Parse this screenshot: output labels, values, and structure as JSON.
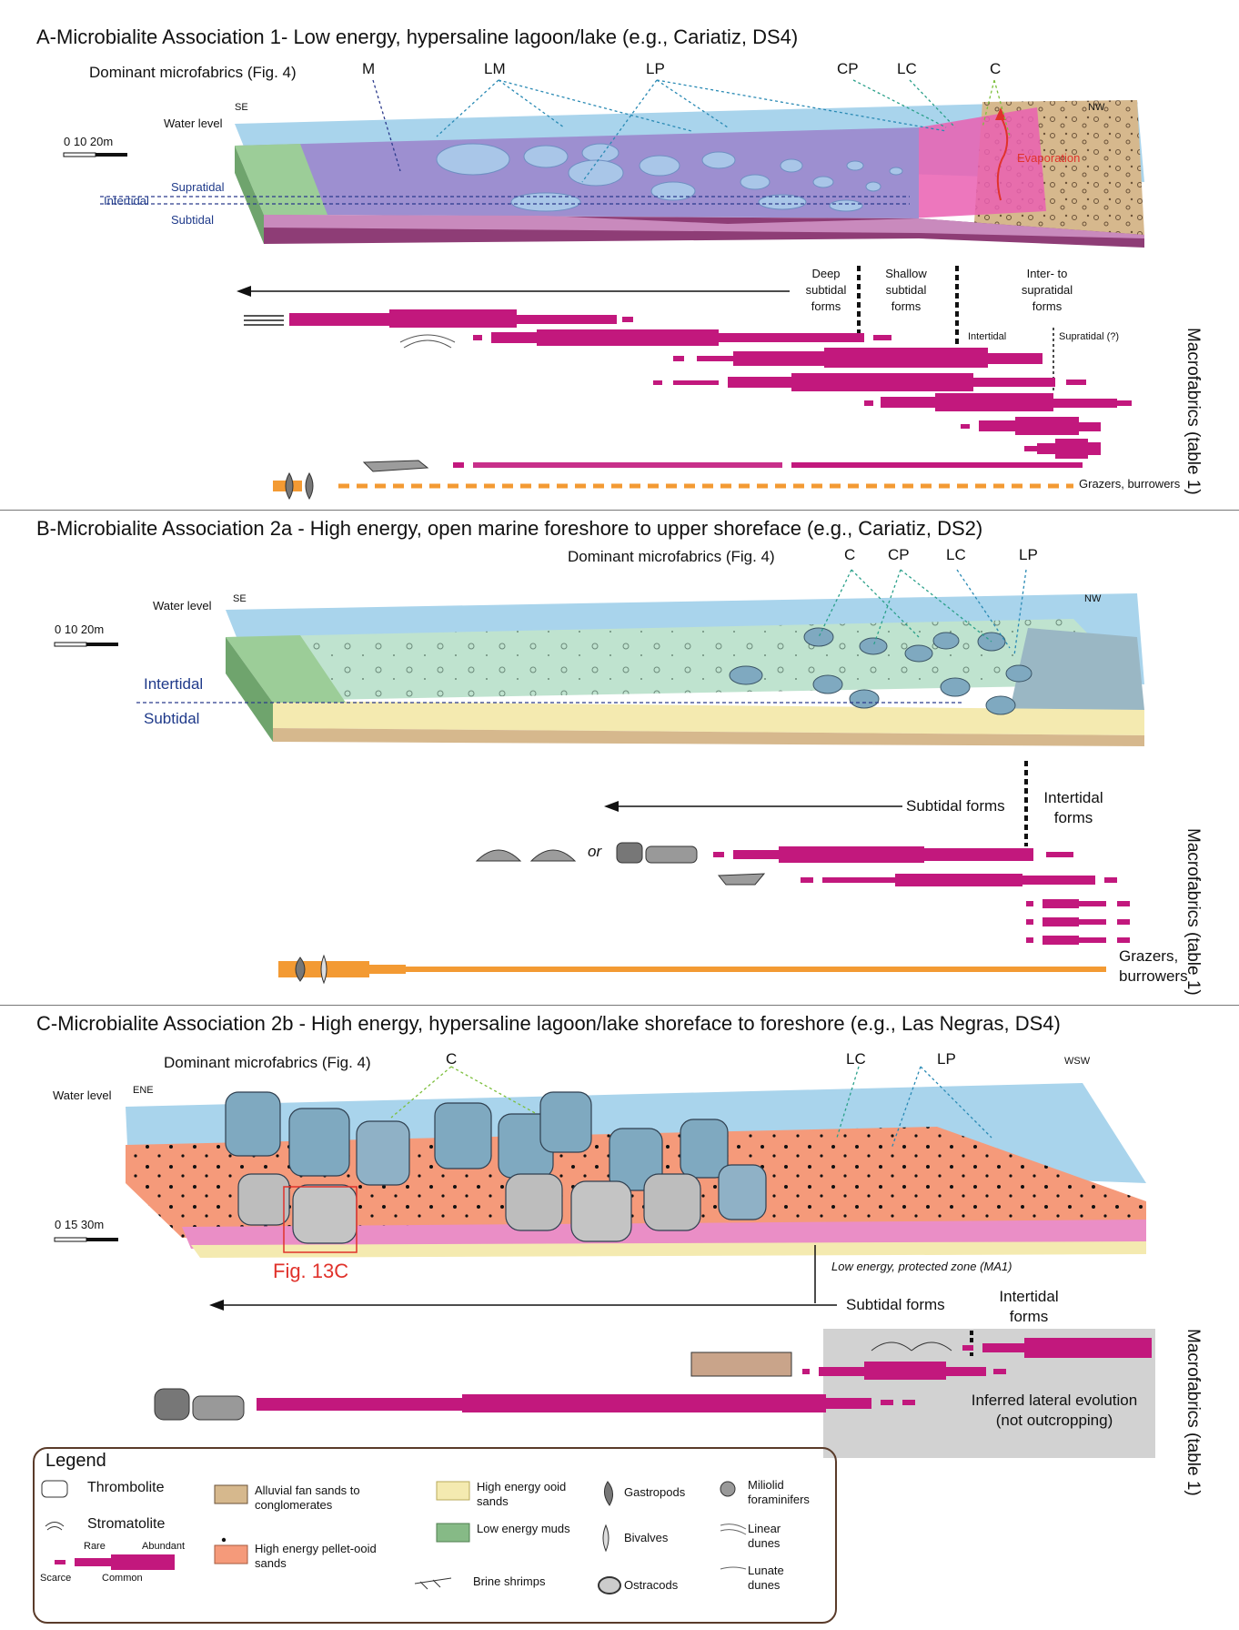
{
  "colors": {
    "water": "#a9d4ec",
    "lagoon_purple": "#9d8fd0",
    "magenta_bar": "#c2187d",
    "orange_bar": "#f39a33",
    "alluvial": "#d6b88d",
    "mud_green": "#86ba86",
    "ooid_yellow": "#f4eab0",
    "pellet_orange": "#f59a7a",
    "gray_zone": "#d2d2d2",
    "thrombolite_gray": "#9c9c9c",
    "legend_border": "#5a3b2a"
  },
  "panel_a": {
    "title": "A-Microbialite Association 1- Low energy, hypersaline lagoon/lake (e.g., Cariatiz, DS4)",
    "microfabrics_label": "Dominant microfabrics (Fig. 4)",
    "microfabrics": [
      "M",
      "LM",
      "LP",
      "CP",
      "LC",
      "C"
    ],
    "scale_label": "0   10  20m",
    "water_level": "Water level",
    "dir_left": "SE",
    "dir_right": "NW",
    "zone_supratidal": "Supratidal",
    "zone_intertidal": "Intertidal",
    "zone_subtidal": "Subtidal",
    "evaporation": "Evaporation",
    "forms_deep": "Deep subtidal forms",
    "forms_shallow": "Shallow subtidal forms",
    "forms_inter_supra": "Inter- to supratidal forms",
    "intertidal_small": "Intertidal",
    "supratidal_small": "Supratidal (?)",
    "grazers": "Grazers, burrowers",
    "macrofabrics": "Macrofabrics (table 1)"
  },
  "panel_b": {
    "title": "B-Microbialite Association 2a - High energy, open marine foreshore to upper shoreface (e.g., Cariatiz, DS2)",
    "microfabrics_label": "Dominant microfabrics (Fig. 4)",
    "microfabrics": [
      "C",
      "CP",
      "LC",
      "LP"
    ],
    "scale_label": "0   10  20m",
    "water_level": "Water level",
    "dir_left": "SE",
    "dir_right": "NW",
    "zone_intertidal": "Intertidal",
    "zone_subtidal": "Subtidal",
    "forms_subtidal": "Subtidal forms",
    "forms_intertidal": "Intertidal forms",
    "or_text": "or",
    "grazers": "Grazers, burrowers",
    "macrofabrics": "Macrofabrics (table 1)"
  },
  "panel_c": {
    "title": "C-Microbialite Association 2b - High energy, hypersaline lagoon/lake shoreface to foreshore (e.g., Las Negras, DS4)",
    "microfabrics_label": "Dominant microfabrics (Fig. 4)",
    "microfabrics": [
      "C",
      "LC",
      "LP"
    ],
    "scale_label": "0   15  30m",
    "water_level": "Water level",
    "dir_left": "ENE",
    "dir_right": "WSW",
    "fig_ref": "Fig. 13C",
    "protected_zone": "Low energy, protected zone (MA1)",
    "forms_subtidal": "Subtidal forms",
    "forms_intertidal": "Intertidal forms",
    "inferred": "Inferred lateral evolution (not outcropping)",
    "macrofabrics": "Macrofabrics (table 1)"
  },
  "legend": {
    "title": "Legend",
    "thrombolite": "Thrombolite",
    "stromatolite": "Stromatolite",
    "rare": "Rare",
    "abundant": "Abundant",
    "scarce": "Scarce",
    "common": "Common",
    "alluvial": "Alluvial fan sands to conglomerates",
    "pellet": "High energy pellet-ooid sands",
    "ooid": "High energy ooid sands",
    "mud": "Low energy muds",
    "brine": "Brine shrimps",
    "gastropods": "Gastropods",
    "bivalves": "Bivalves",
    "ostracods": "Ostracods",
    "miliolid": "Miliolid foraminifers",
    "linear": "Linear dunes",
    "lunate": "Lunate dunes"
  }
}
